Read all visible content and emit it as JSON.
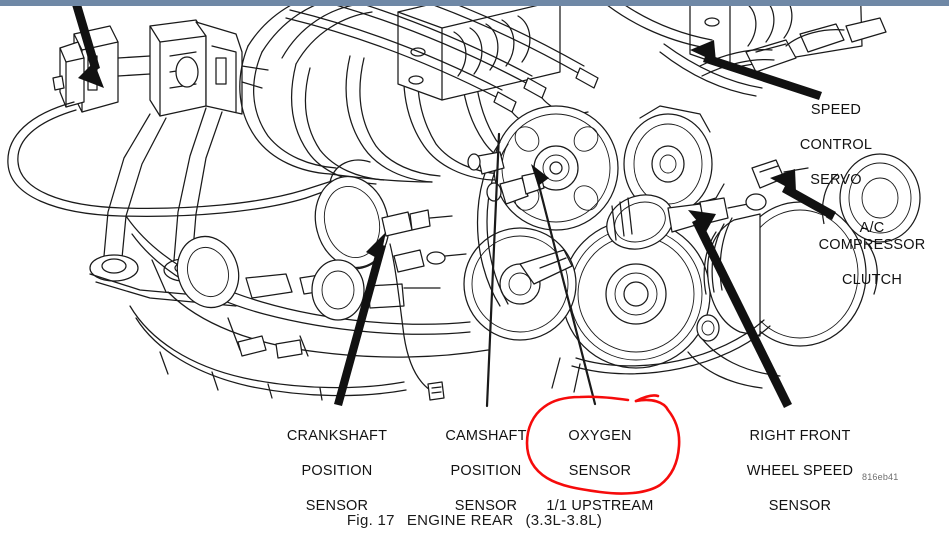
{
  "figure": {
    "number": "Fig. 17",
    "title": "ENGINE REAR",
    "spec": "(3.3L-3.8L)",
    "part_code": "816eb41"
  },
  "top_bar": {
    "color": "#6f88a6"
  },
  "annotation": {
    "type": "hand-drawn-circle",
    "color": "#f60b0b",
    "targets_label": "OXYGEN SENSOR 1/1 UPSTREAM"
  },
  "callouts": [
    {
      "id": "speed-control-servo",
      "lines": [
        "SPEED",
        "CONTROL",
        "SERVO"
      ],
      "align": "center",
      "leader": "arrow-pointing-up-left"
    },
    {
      "id": "ac-compressor-clutch",
      "lines": [
        "A/C COMPRESSOR",
        "CLUTCH"
      ],
      "align": "center",
      "leader": "arrow-pointing-up-left"
    },
    {
      "id": "crankshaft-position-sensor",
      "lines": [
        "CRANKSHAFT",
        "POSITION",
        "SENSOR"
      ],
      "align": "center",
      "leader": "arrow-pointing-up-right"
    },
    {
      "id": "camshaft-position-sensor",
      "lines": [
        "CAMSHAFT",
        "POSITION",
        "SENSOR"
      ],
      "align": "center",
      "leader": "thin-line-up-right"
    },
    {
      "id": "oxygen-sensor-1-1-upstream",
      "lines": [
        "OXYGEN",
        "SENSOR",
        "1/1 UPSTREAM"
      ],
      "align": "center",
      "leader": "thin-line-up-left",
      "circled": true
    },
    {
      "id": "right-front-wheel-speed-sensor",
      "lines": [
        "RIGHT FRONT",
        "WHEEL SPEED",
        "SENSOR"
      ],
      "align": "center",
      "leader": "arrow-pointing-up-left"
    }
  ],
  "diagram": {
    "subject": "V6 engine rear view line drawing",
    "style": "black line art on white",
    "components": [
      "engine control module",
      "intake manifold",
      "spark plug wires",
      "throttle body",
      "power steering pump pulley",
      "crankshaft pulley",
      "serpentine belt",
      "alternator",
      "a/c compressor",
      "transmission bellhousing"
    ]
  }
}
